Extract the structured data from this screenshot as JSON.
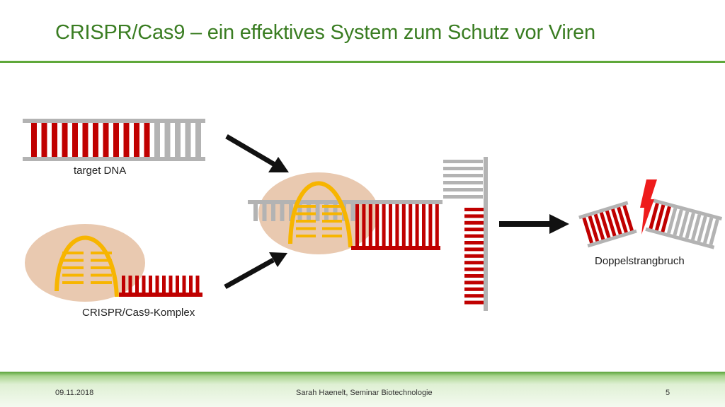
{
  "slide": {
    "title": "CRISPR/Cas9 – ein effektives System zum Schutz vor Viren",
    "labels": {
      "target_dna": "target DNA",
      "complex": "CRISPR/Cas9-Komplex",
      "break": "Doppelstrangbruch"
    },
    "footer": {
      "date": "09.11.2018",
      "author": "Sarah Haenelt, Seminar Biotechnologie",
      "page": "5"
    }
  },
  "colors": {
    "title": "#3a7d22",
    "rule": "#5fa83a",
    "dna_backbone": "#b3b3b3",
    "dna_red": "#c00000",
    "guide_rna": "#f7b500",
    "cas9": "#e9c9b0",
    "arrow": "#111111",
    "lightning": "#ee1c1c"
  },
  "icons": [
    "arrow-right-down-icon",
    "arrow-right-up-icon",
    "arrow-right-icon",
    "lightning-icon"
  ]
}
